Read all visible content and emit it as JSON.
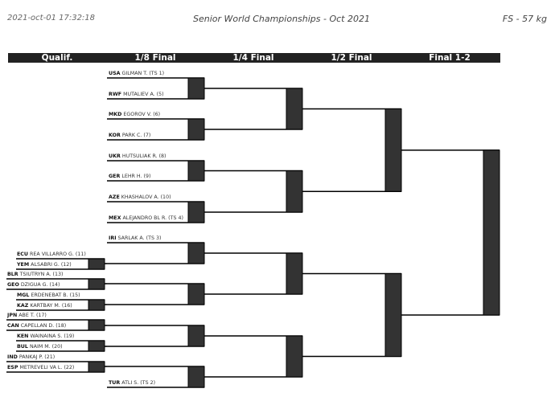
{
  "header": {
    "timestamp": "2021-oct-01 17:32:18",
    "title": "Senior World Championships - Oct 2021",
    "category": "FS - 57 kg"
  },
  "rounds": [
    "Qualif.",
    "1/8 Final",
    "1/4 Final",
    "1/2 Final",
    "Final 1-2"
  ],
  "eighth": [
    {
      "c": "USA",
      "n": "GILMAN T. (TS 1)"
    },
    {
      "c": "RWF",
      "n": "MUTALIEV A. (5)"
    },
    {
      "c": "MKD",
      "n": "EGOROV V. (6)"
    },
    {
      "c": "KOR",
      "n": "PARK C. (7)"
    },
    {
      "c": "UKR",
      "n": "HUTSULIAK R. (8)"
    },
    {
      "c": "GER",
      "n": "LEHR H. (9)"
    },
    {
      "c": "AZE",
      "n": "KHASHALOV A. (10)"
    },
    {
      "c": "MEX",
      "n": "ALEJANDRO BL R. (TS 4)"
    },
    {
      "c": "IRI",
      "n": "SARLAK A. (TS 3)"
    },
    {
      "c": "TUR",
      "n": "ATLI S. (TS 2)"
    }
  ],
  "qualif": [
    {
      "c": "ECU",
      "n": "REA VILLARRO G. (11)"
    },
    {
      "c": "YEM",
      "n": "ALSABRI G. (12)"
    },
    {
      "c": "BLR",
      "n": "TSIUTRYN A. (13)"
    },
    {
      "c": "GEO",
      "n": "DZIGUA G. (14)"
    },
    {
      "c": "MGL",
      "n": "ERDENEBAT B. (15)"
    },
    {
      "c": "KAZ",
      "n": "KARTBAY M. (16)"
    },
    {
      "c": "JPN",
      "n": "ABE T. (17)"
    },
    {
      "c": "CAN",
      "n": "CAPELLAN D. (18)"
    },
    {
      "c": "KEN",
      "n": "WAINAINA S. (19)"
    },
    {
      "c": "BUL",
      "n": "NAIM M. (20)"
    },
    {
      "c": "IND",
      "n": "PANKAJ P. (21)"
    },
    {
      "c": "ESP",
      "n": "METREVELI VA L. (22)"
    }
  ]
}
